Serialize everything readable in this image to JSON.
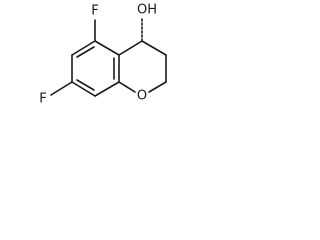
{
  "structure": {
    "atoms": {
      "fluorine_top": "F",
      "fluorine_left": "F",
      "hydroxyl": "OH",
      "ring_oxygen": "O"
    }
  }
}
